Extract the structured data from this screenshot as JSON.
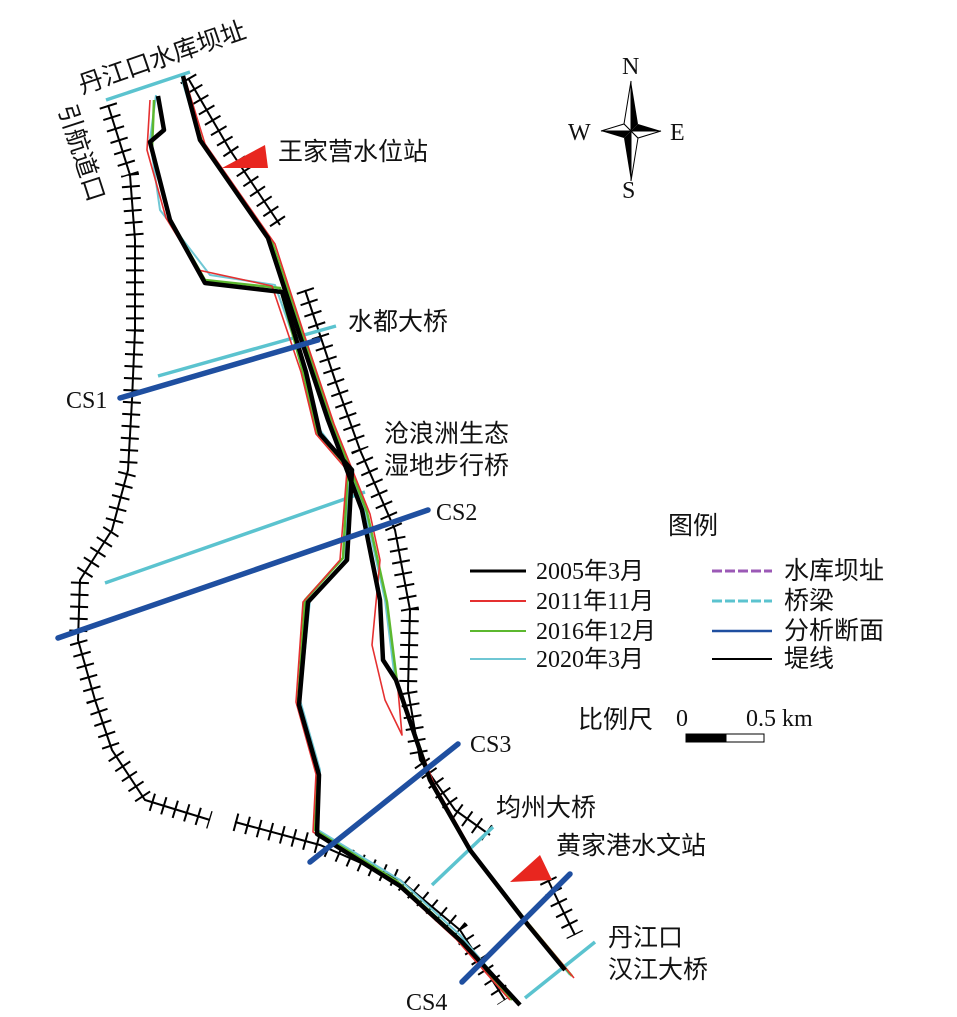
{
  "labels": {
    "dam_site": "丹江口水库坝址",
    "channel_entrance": "引航道口",
    "wangjiaying_station": "王家营水位站",
    "shuidu_bridge": "水都大桥",
    "canglangzhou_bridge_line1": "沧浪洲生态",
    "canglangzhou_bridge_line2": "湿地步行桥",
    "junzhou_bridge": "均州大桥",
    "huangjiagang_station": "黄家港水文站",
    "hanjiang_bridge_line1": "丹江口",
    "hanjiang_bridge_line2": "汉江大桥"
  },
  "sections": [
    "CS1",
    "CS2",
    "CS3",
    "CS4"
  ],
  "compass": {
    "n": "N",
    "s": "S",
    "w": "W",
    "e": "E"
  },
  "legend": {
    "title": "图例",
    "items": [
      {
        "label": "2005年3月",
        "color": "#000000"
      },
      {
        "label": "2011年11月",
        "color": "#e53030"
      },
      {
        "label": "2016年12月",
        "color": "#5cb82f"
      },
      {
        "label": "2020年3月",
        "color": "#6fc7d4"
      },
      {
        "label": "水库坝址",
        "color": "#9b59b6"
      },
      {
        "label": "桥梁",
        "color": "#5bc3cf"
      },
      {
        "label": "分析断面",
        "color": "#1f4fa0"
      },
      {
        "label": "堤线",
        "color": "#000000"
      }
    ]
  },
  "scale_bar": {
    "label": "比例尺",
    "start": "0",
    "end": "0.5 km"
  },
  "colors": {
    "marker": "#e8261f",
    "section": "#1f4fa0",
    "bridge": "#5bc3cf"
  }
}
